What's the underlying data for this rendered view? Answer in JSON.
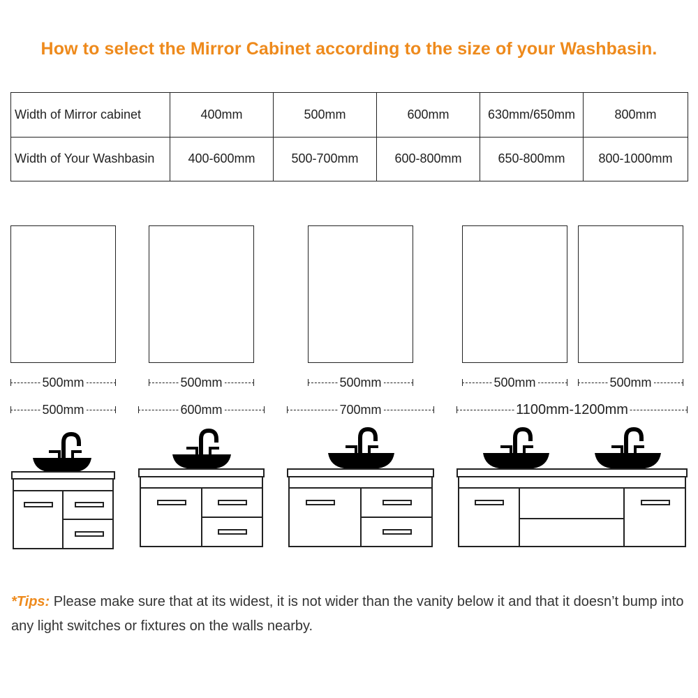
{
  "title": "How to select the Mirror Cabinet according to the size of your Washbasin.",
  "table": {
    "rows": [
      {
        "label": "Width of Mirror cabinet",
        "values": [
          "400mm",
          "500mm",
          "600mm",
          "630mm/650mm",
          "800mm"
        ]
      },
      {
        "label": "Width of Your Washbasin",
        "values": [
          "400-600mm",
          "500-700mm",
          "600-800mm",
          "650-800mm",
          "800-1000mm"
        ]
      }
    ]
  },
  "diagrams": {
    "mirror_widths": [
      "500mm",
      "500mm",
      "500mm",
      "500mm",
      "500mm"
    ],
    "vanity_widths": [
      "500mm",
      "600mm",
      "700mm",
      "1100mm-1200mm"
    ]
  },
  "tips": {
    "label": "*Tips:",
    "text": "Please make sure that at its widest, it is not wider than the vanity below it and that it doesn’t bump into any light switches or fixtures on the walls nearby."
  },
  "colors": {
    "accent": "#ee8a1c",
    "line": "#222222",
    "basin": "#000000"
  }
}
